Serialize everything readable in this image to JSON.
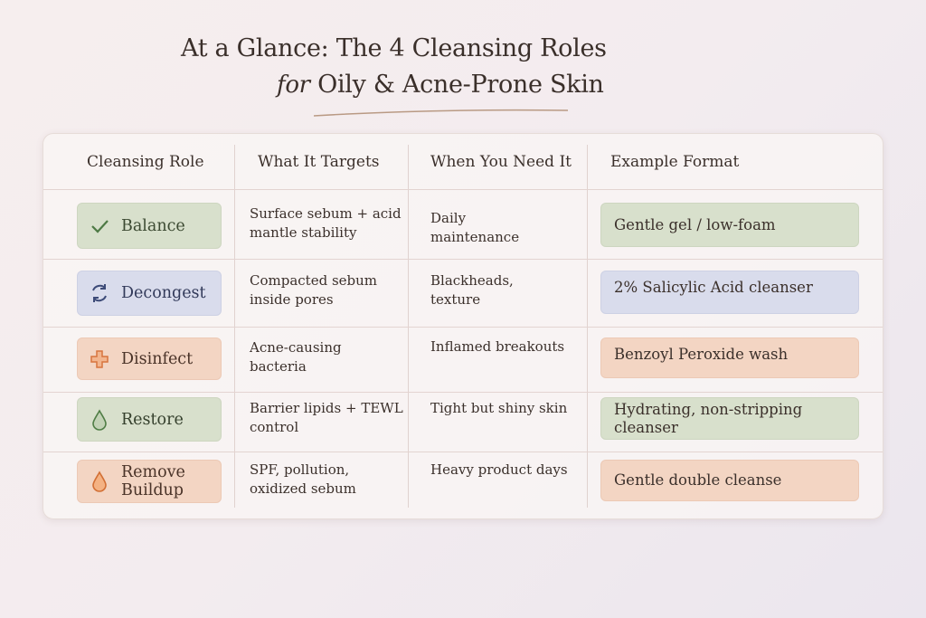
{
  "title": {
    "line1": "At a Glance: The 4 Cleansing Roles",
    "line2_italic": "for",
    "line2": "Oily & Acne-Prone Skin"
  },
  "table": {
    "headers": [
      "Cleansing Role",
      "What It Targets",
      "When You Need It",
      "Example Format"
    ],
    "rows": [
      {
        "role": "Balance",
        "icon": "check-icon",
        "targets": "Surface sebum + acid mantle stability",
        "when": "Daily maintenance",
        "format": "Gentle gel / low-foam",
        "color": "#d8e0cc"
      },
      {
        "role": "Decongest",
        "icon": "refresh-icon",
        "targets": "Compacted sebum inside pores",
        "when": "Blackheads, texture",
        "format": "2% Salicylic Acid cleanser",
        "color": "#d9dcec"
      },
      {
        "role": "Disinfect",
        "icon": "cross-icon",
        "targets": "Acne-causing bacteria",
        "when": "Inflamed breakouts",
        "format": "Benzoyl Peroxide wash",
        "color": "#f3d5c3"
      },
      {
        "role": "Restore",
        "icon": "droplet-icon",
        "targets": "Barrier lipids + TEWL control",
        "when": "Tight but shiny skin",
        "format": "Hydrating, non-stripping cleanser",
        "color": "#d8e0cc"
      },
      {
        "role": "Remove Buildup",
        "icon": "droplet-icon",
        "targets": "SPF, pollution, oxidized sebum",
        "when": "Heavy product days",
        "format": "Gentle double cleanse",
        "color": "#f3d5c3"
      }
    ]
  }
}
